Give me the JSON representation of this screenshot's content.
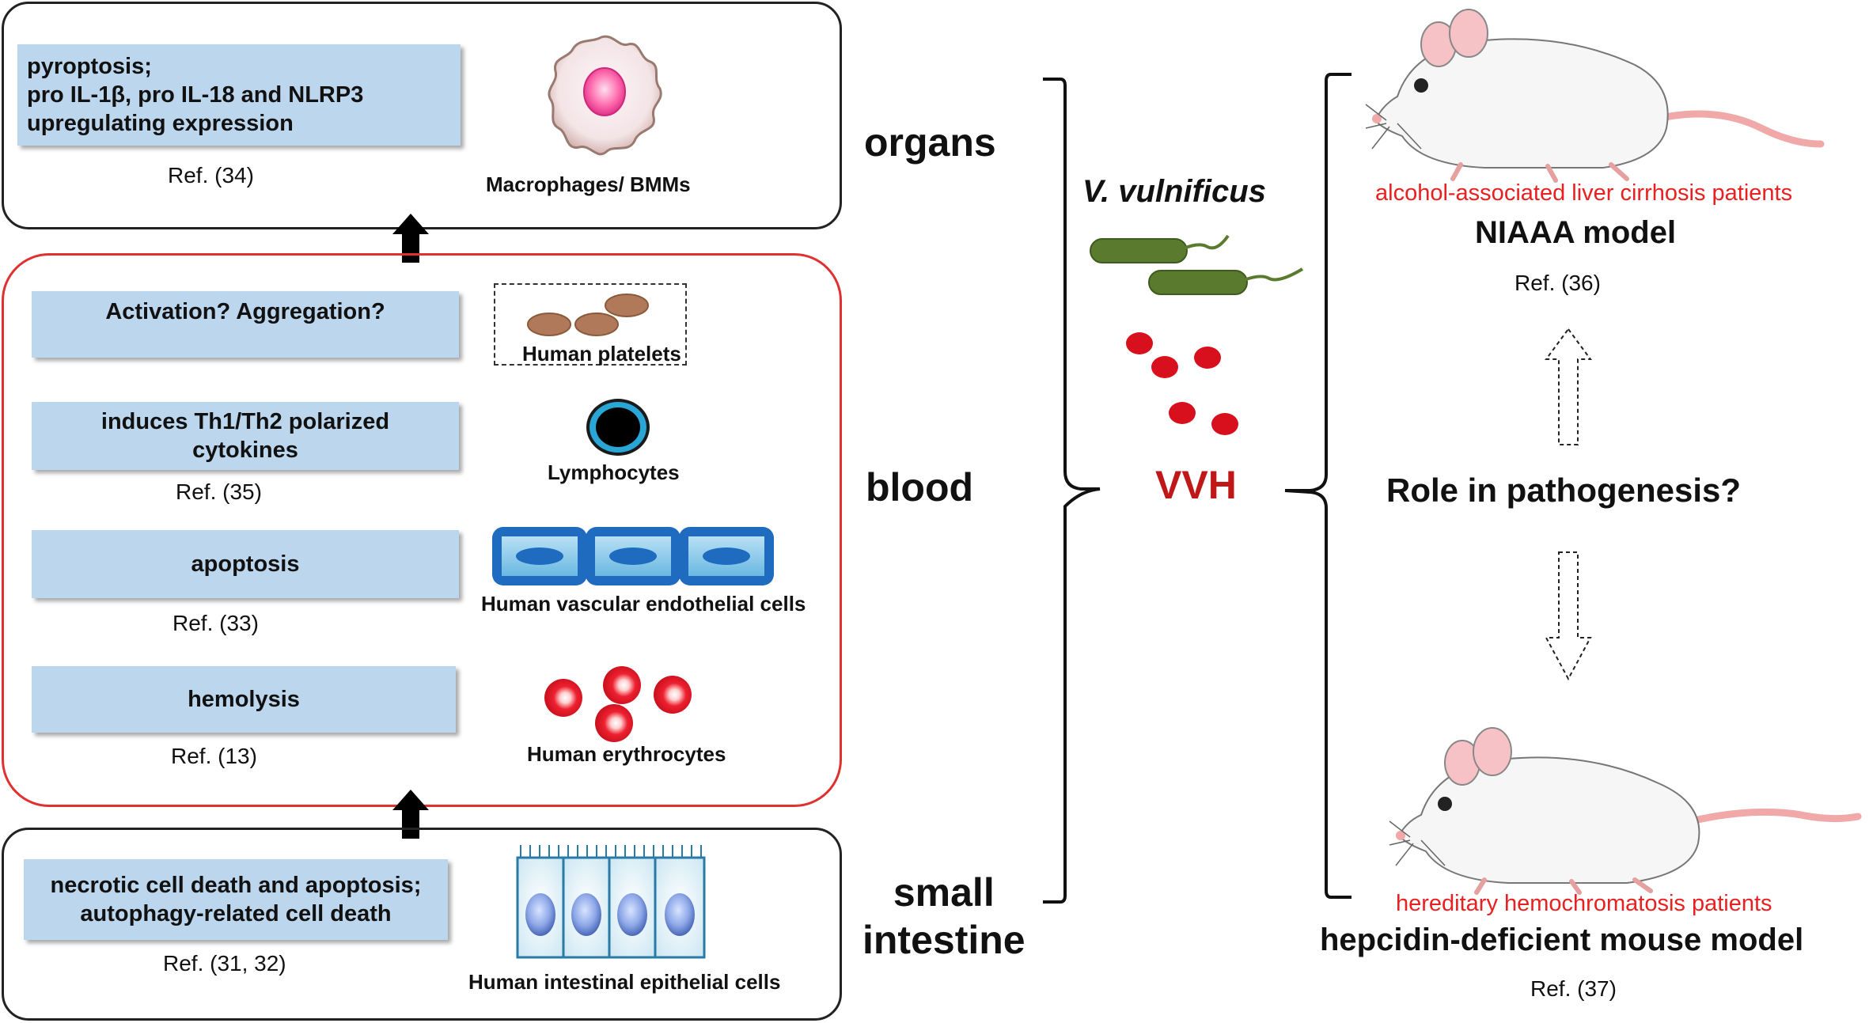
{
  "left_column": {
    "organs_box": {
      "finding": "pyroptosis;\npro IL-1β, pro IL-18 and NLRP3\nupregulating expression",
      "ref": "Ref. (34)",
      "cell_label": "Macrophages/ BMMs"
    },
    "blood_box": {
      "platelets": {
        "finding": "Activation? Aggregation?",
        "cell_label": "Human platelets"
      },
      "lymphocytes": {
        "finding": "induces Th1/Th2 polarized\ncytokines",
        "ref": "Ref. (35)",
        "cell_label": "Lymphocytes"
      },
      "endothelial": {
        "finding": "apoptosis",
        "ref": "Ref. (33)",
        "cell_label": "Human vascular endothelial cells"
      },
      "erythrocytes": {
        "finding": "hemolysis",
        "ref": "Ref. (13)",
        "cell_label": "Human erythrocytes"
      }
    },
    "intestine_box": {
      "finding": "necrotic cell death and apoptosis;\nautophagy-related cell death",
      "ref": "Ref. (31, 32)",
      "cell_label": "Human intestinal epithelial cells"
    }
  },
  "levels": {
    "organs": "organs",
    "blood": "blood",
    "small_intestine": "small\nintestine"
  },
  "center": {
    "bacterium": "V. vulnificus",
    "toxin": "VVH"
  },
  "right_column": {
    "top_note": "alcohol-associated liver cirrhosis patients",
    "top_model": "NIAAA model",
    "top_ref": "Ref. (36)",
    "question": "Role in pathogenesis?",
    "bottom_note": "hereditary hemochromatosis patients",
    "bottom_model": "hepcidin-deficient mouse model",
    "bottom_ref": "Ref. (37)"
  },
  "colors": {
    "finding_box": "#bcd6ee",
    "blood_border": "#e03030",
    "toxin_red": "#c01818",
    "note_red": "#e82020",
    "bacteria_green": "#5a7a2e"
  }
}
